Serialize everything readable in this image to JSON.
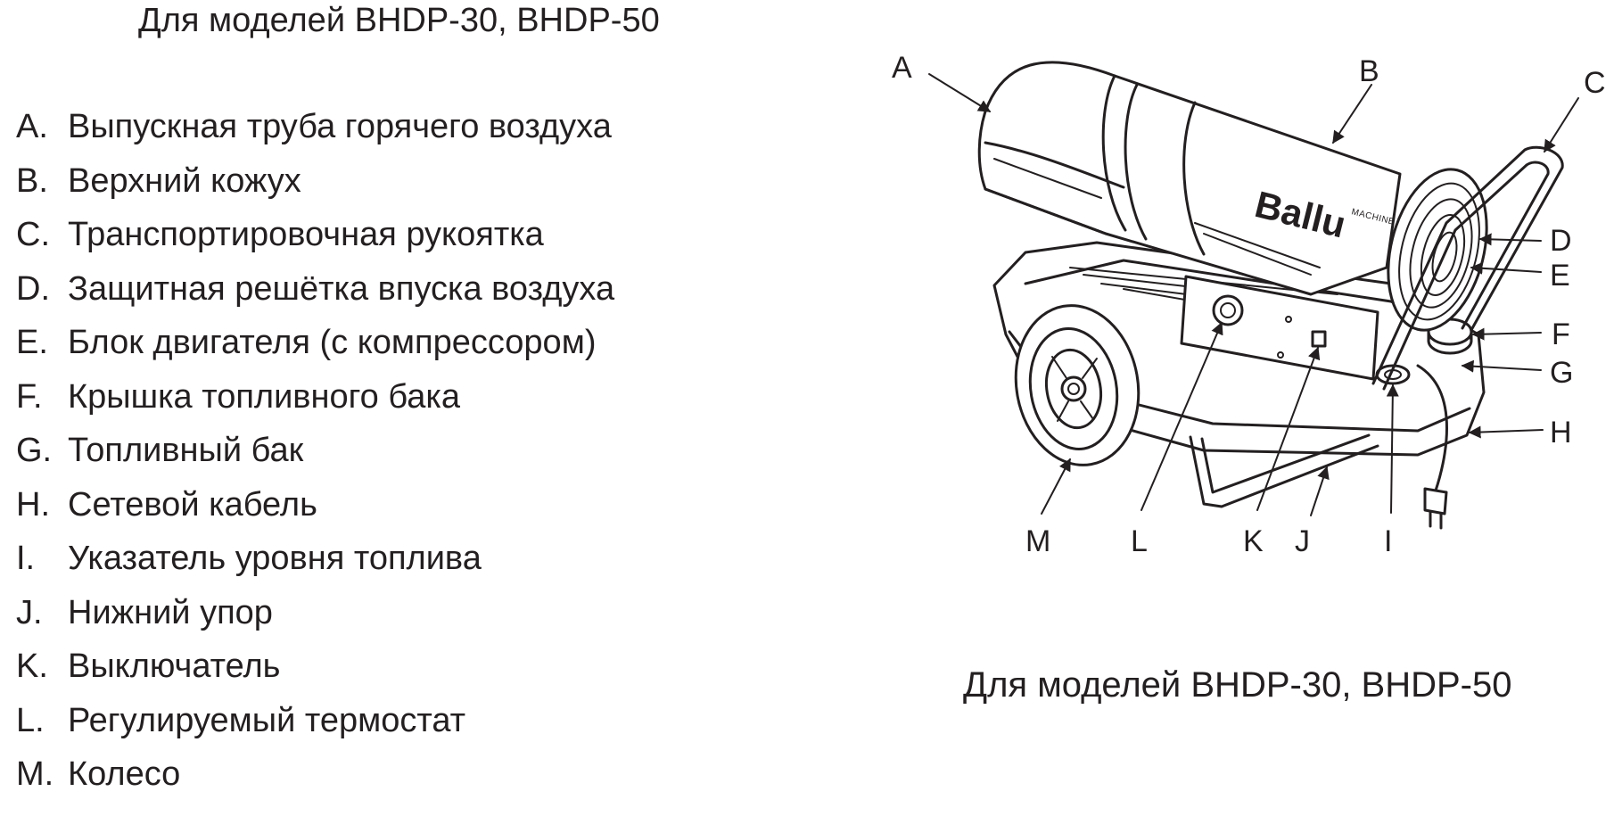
{
  "title_top": "Для моделей BHDP-30, BHDP-50",
  "title_bottom": "Для моделей BHDP-30, BHDP-50",
  "legend": [
    {
      "letter": "A.",
      "text": "Выпускная труба горячего воздуха"
    },
    {
      "letter": "B.",
      "text": "Верхний кожух"
    },
    {
      "letter": "C.",
      "text": "Транспортировочная рукоятка"
    },
    {
      "letter": "D.",
      "text": "Защитная решётка впуска воздуха"
    },
    {
      "letter": "E.",
      "text": "Блок двигателя (с компрессором)"
    },
    {
      "letter": "F.",
      "text": "Крышка топливного бака"
    },
    {
      "letter": "G.",
      "text": "Топливный бак"
    },
    {
      "letter": "H.",
      "text": "Сетевой кабель"
    },
    {
      "letter": "I.",
      "text": "Указатель уровня топлива"
    },
    {
      "letter": "J.",
      "text": "Нижний упор"
    },
    {
      "letter": "K.",
      "text": "Выключатель"
    },
    {
      "letter": "L.",
      "text": "Регулируемый термостат"
    },
    {
      "letter": "M.",
      "text": "Колесо"
    }
  ],
  "callouts": {
    "a": "A",
    "b": "B",
    "c": "C",
    "d": "D",
    "e": "E",
    "f": "F",
    "g": "G",
    "h": "H",
    "i": "I",
    "j": "J",
    "k": "K",
    "l": "L",
    "m": "M"
  },
  "logo": {
    "brand": "Ballu",
    "sub": "MACHINE"
  }
}
